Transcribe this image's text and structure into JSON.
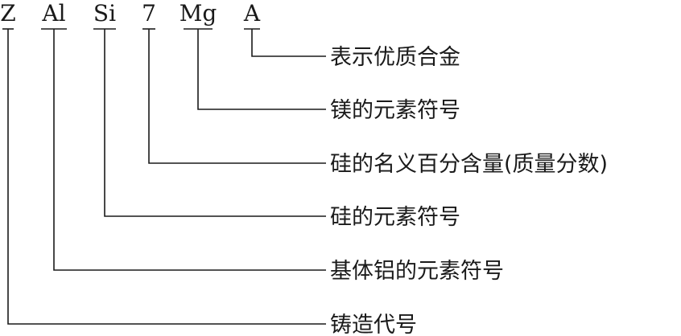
{
  "codes": [
    {
      "symbol": "Z",
      "label": "铸造代号"
    },
    {
      "symbol": "Al",
      "label": "基体铝的元素符号"
    },
    {
      "symbol": "Si",
      "label": "硅的元素符号"
    },
    {
      "symbol": "7",
      "label": "硅的名义百分含量(质量分数)"
    },
    {
      "symbol": "Mg",
      "label": "镁的元素符号"
    },
    {
      "symbol": "A",
      "label": "表示优质合金"
    }
  ],
  "colors": {
    "ink": "#1a1a1a",
    "background": "#ffffff"
  }
}
